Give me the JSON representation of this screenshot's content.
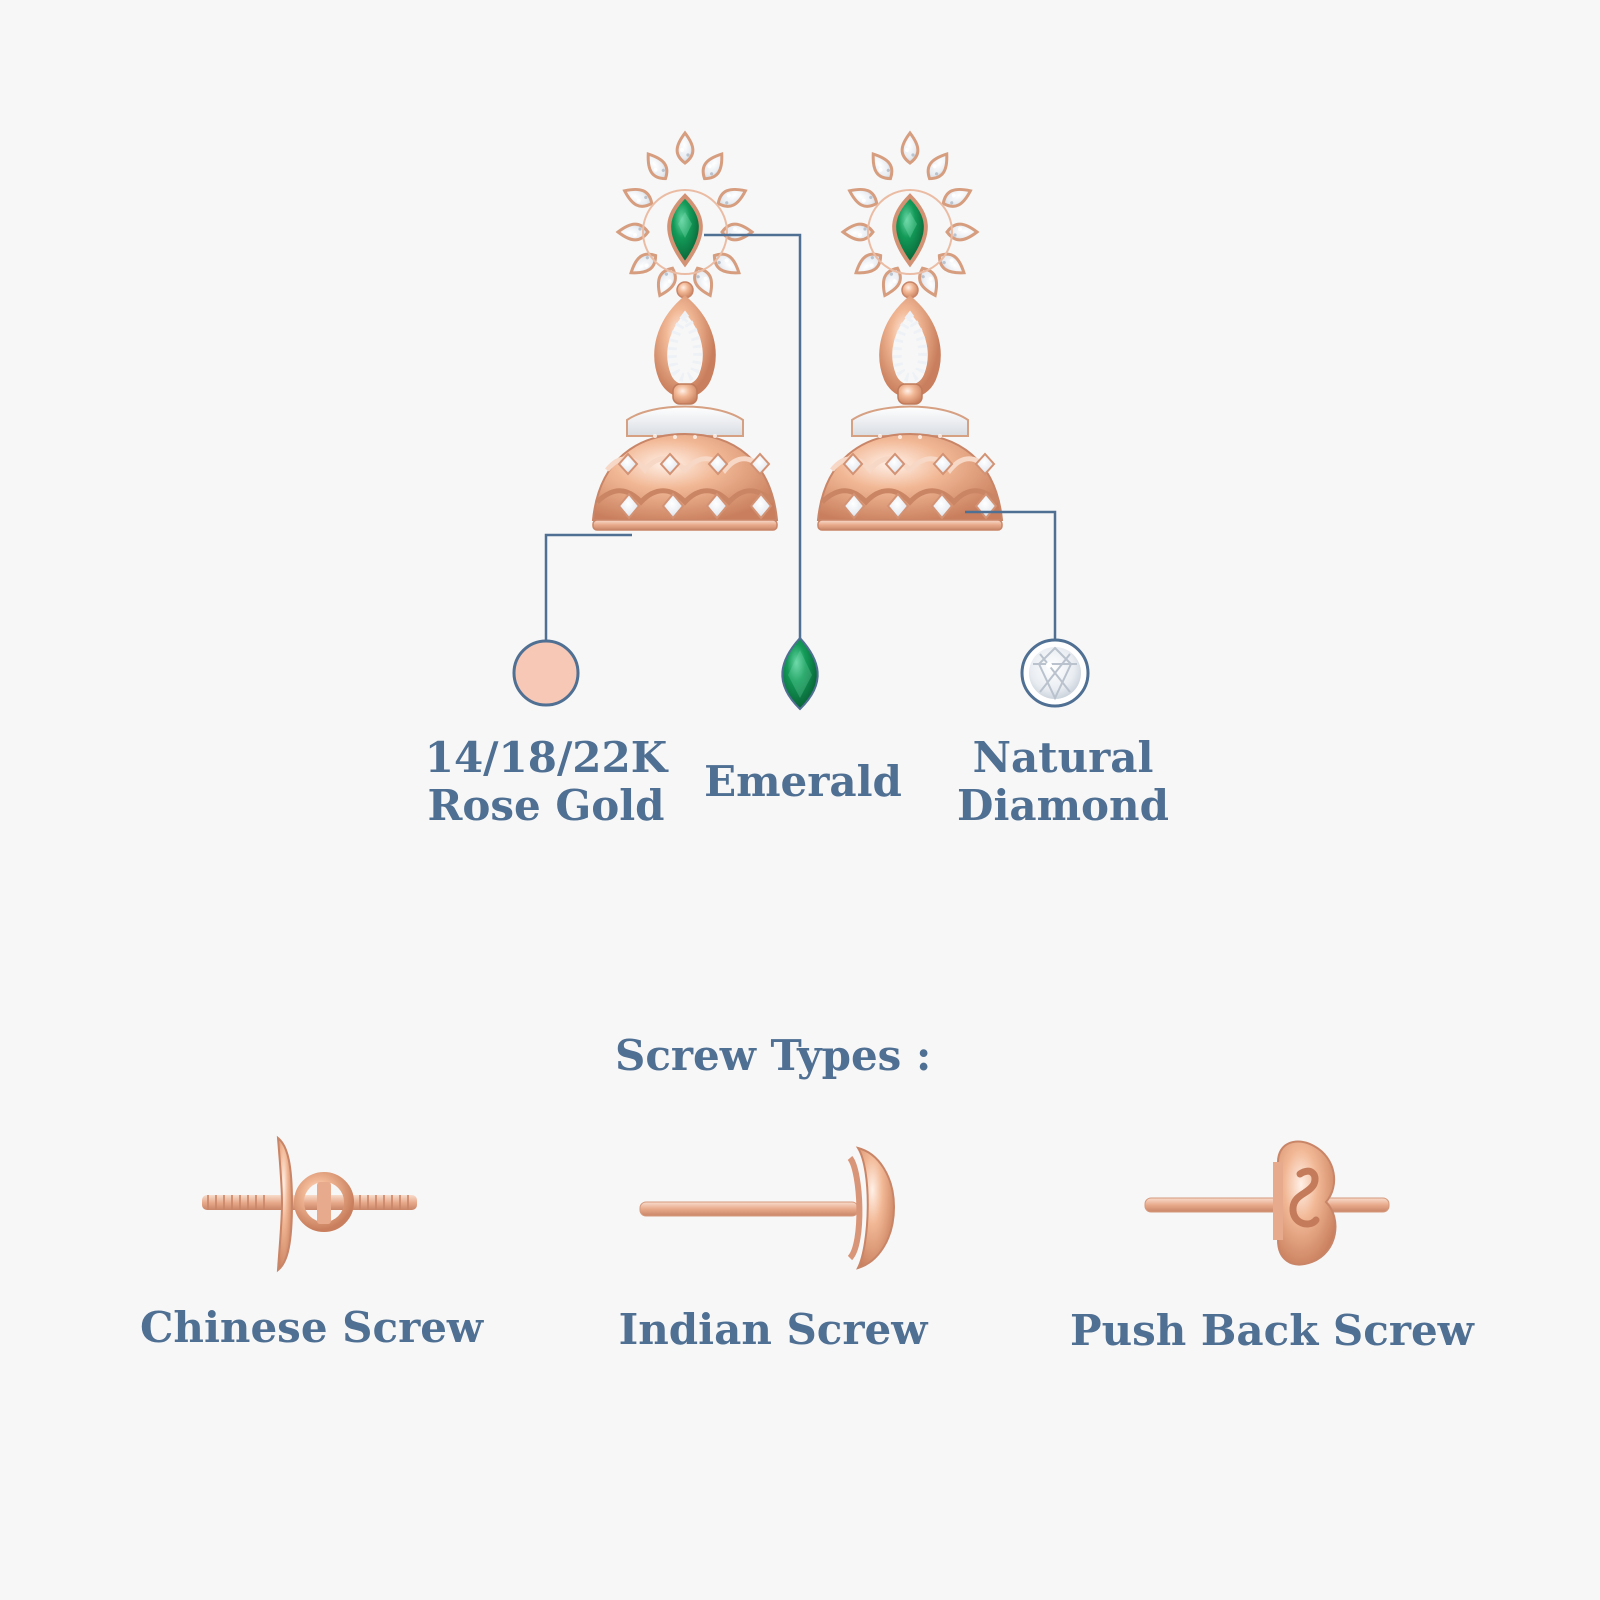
{
  "colors": {
    "background": "#f7f7f7",
    "text": "#4f6f93",
    "connector_line": "#4f6f93",
    "rose_gold": "#f8c8b6",
    "emerald": "#0f7a45",
    "diamond": "#f2f4f6",
    "metal": "#e5a98a"
  },
  "materials": {
    "items": [
      {
        "icon": "rose-gold-swatch-icon",
        "line1": "14/18/22K",
        "line2": "Rose Gold"
      },
      {
        "icon": "emerald-gem-icon",
        "line1": "Emerald",
        "line2": ""
      },
      {
        "icon": "diamond-gem-icon",
        "line1": "Natural",
        "line2": "Diamond"
      }
    ]
  },
  "screw_types": {
    "title": "Screw Types :",
    "items": [
      {
        "icon": "chinese-screw-icon",
        "label": "Chinese Screw"
      },
      {
        "icon": "indian-screw-icon",
        "label": "Indian Screw"
      },
      {
        "icon": "push-back-screw-icon",
        "label": "Push Back Screw"
      }
    ]
  }
}
